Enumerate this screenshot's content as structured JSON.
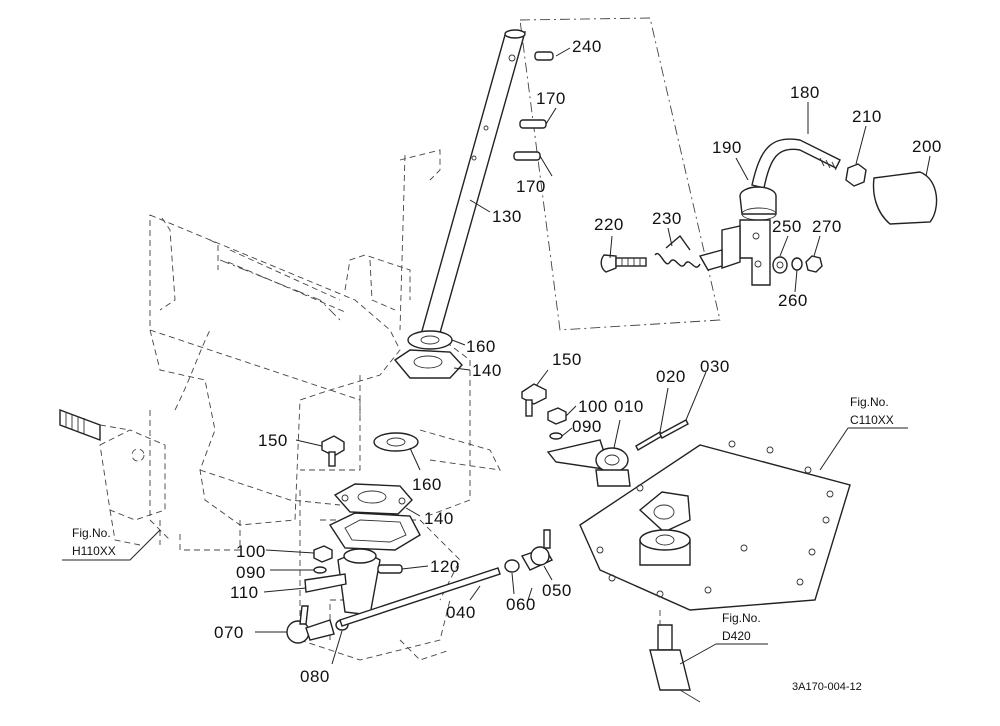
{
  "drawing_code": "3A170-004-12",
  "part_labels": {
    "p010": "010",
    "p020": "020",
    "p030": "030",
    "p040": "040",
    "p050": "050",
    "p060": "060",
    "p070": "070",
    "p080": "080",
    "p090a": "090",
    "p090b": "090",
    "p100a": "100",
    "p100b": "100",
    "p110": "110",
    "p120": "120",
    "p130": "130",
    "p140a": "140",
    "p140b": "140",
    "p150a": "150",
    "p150b": "150",
    "p160a": "160",
    "p160b": "160",
    "p170a": "170",
    "p170b": "170",
    "p180": "180",
    "p190": "190",
    "p200": "200",
    "p210": "210",
    "p220": "220",
    "p230": "230",
    "p240": "240",
    "p250": "250",
    "p260": "260",
    "p270": "270"
  },
  "figure_refs": {
    "h110": {
      "line1": "Fig.No.",
      "line2": "H110XX"
    },
    "c110": {
      "line1": "Fig.No.",
      "line2": "C110XX"
    },
    "d420": {
      "line1": "Fig.No.",
      "line2": "D420"
    }
  }
}
